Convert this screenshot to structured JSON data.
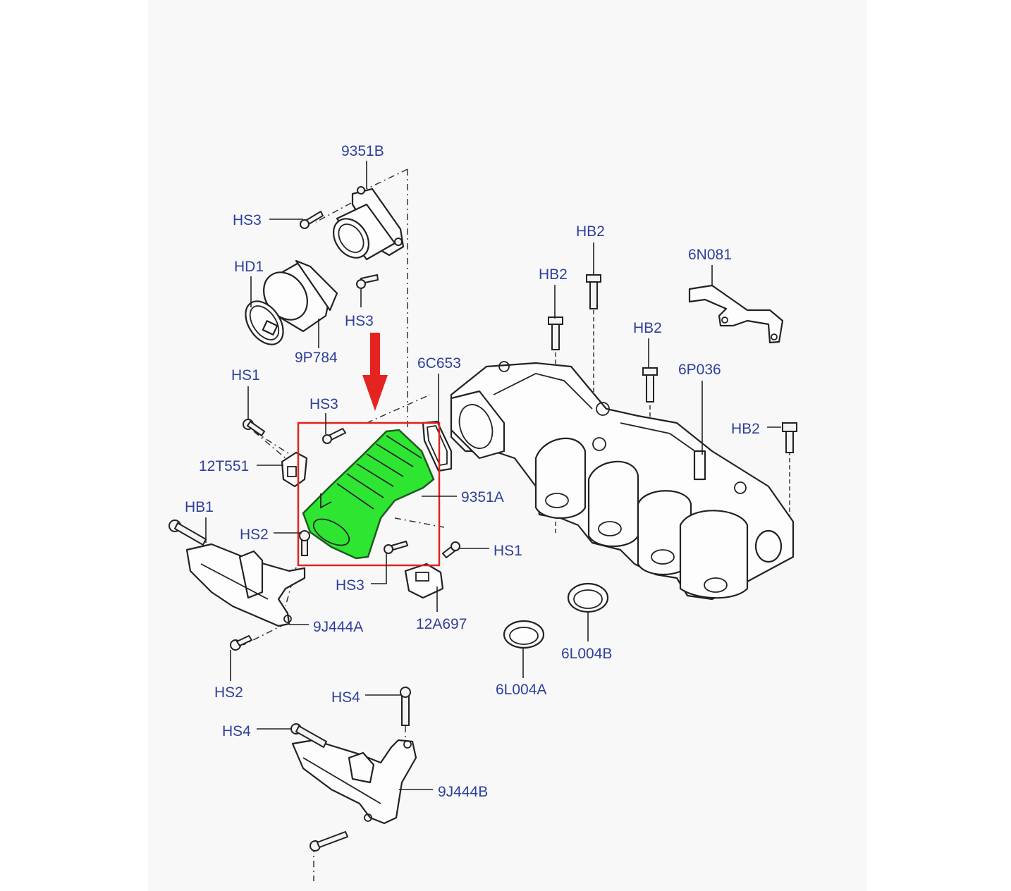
{
  "colors": {
    "label": "#2e3f9c",
    "highlight_fill": "#2ee632",
    "highlight_box": "#dd2323",
    "arrow": "#e52320",
    "paper": "#f8f8f8",
    "page": "#ffffff"
  },
  "callouts": [
    {
      "id": "9351B",
      "text": "9351B"
    },
    {
      "id": "HS3-a",
      "text": "HS3"
    },
    {
      "id": "HD1",
      "text": "HD1"
    },
    {
      "id": "HS3-b",
      "text": "HS3"
    },
    {
      "id": "9P784",
      "text": "9P784"
    },
    {
      "id": "HB2-a",
      "text": "HB2"
    },
    {
      "id": "HB2-b",
      "text": "HB2"
    },
    {
      "id": "6N081",
      "text": "6N081"
    },
    {
      "id": "HB2-c",
      "text": "HB2"
    },
    {
      "id": "6C653",
      "text": "6C653"
    },
    {
      "id": "6P036",
      "text": "6P036"
    },
    {
      "id": "HS1-a",
      "text": "HS1"
    },
    {
      "id": "HS3-c",
      "text": "HS3"
    },
    {
      "id": "HB2-d",
      "text": "HB2"
    },
    {
      "id": "12T551",
      "text": "12T551"
    },
    {
      "id": "9351A",
      "text": "9351A"
    },
    {
      "id": "HB1",
      "text": "HB1"
    },
    {
      "id": "HS2-a",
      "text": "HS2"
    },
    {
      "id": "HS1-b",
      "text": "HS1"
    },
    {
      "id": "HS3-d",
      "text": "HS3"
    },
    {
      "id": "12A697",
      "text": "12A697"
    },
    {
      "id": "9J444A",
      "text": "9J444A"
    },
    {
      "id": "6L004B",
      "text": "6L004B"
    },
    {
      "id": "6L004A",
      "text": "6L004A"
    },
    {
      "id": "HS2-b",
      "text": "HS2"
    },
    {
      "id": "HS4-a",
      "text": "HS4"
    },
    {
      "id": "HS4-b",
      "text": "HS4"
    },
    {
      "id": "9J444B",
      "text": "9J444B"
    }
  ],
  "highlighted_part": "9351A"
}
